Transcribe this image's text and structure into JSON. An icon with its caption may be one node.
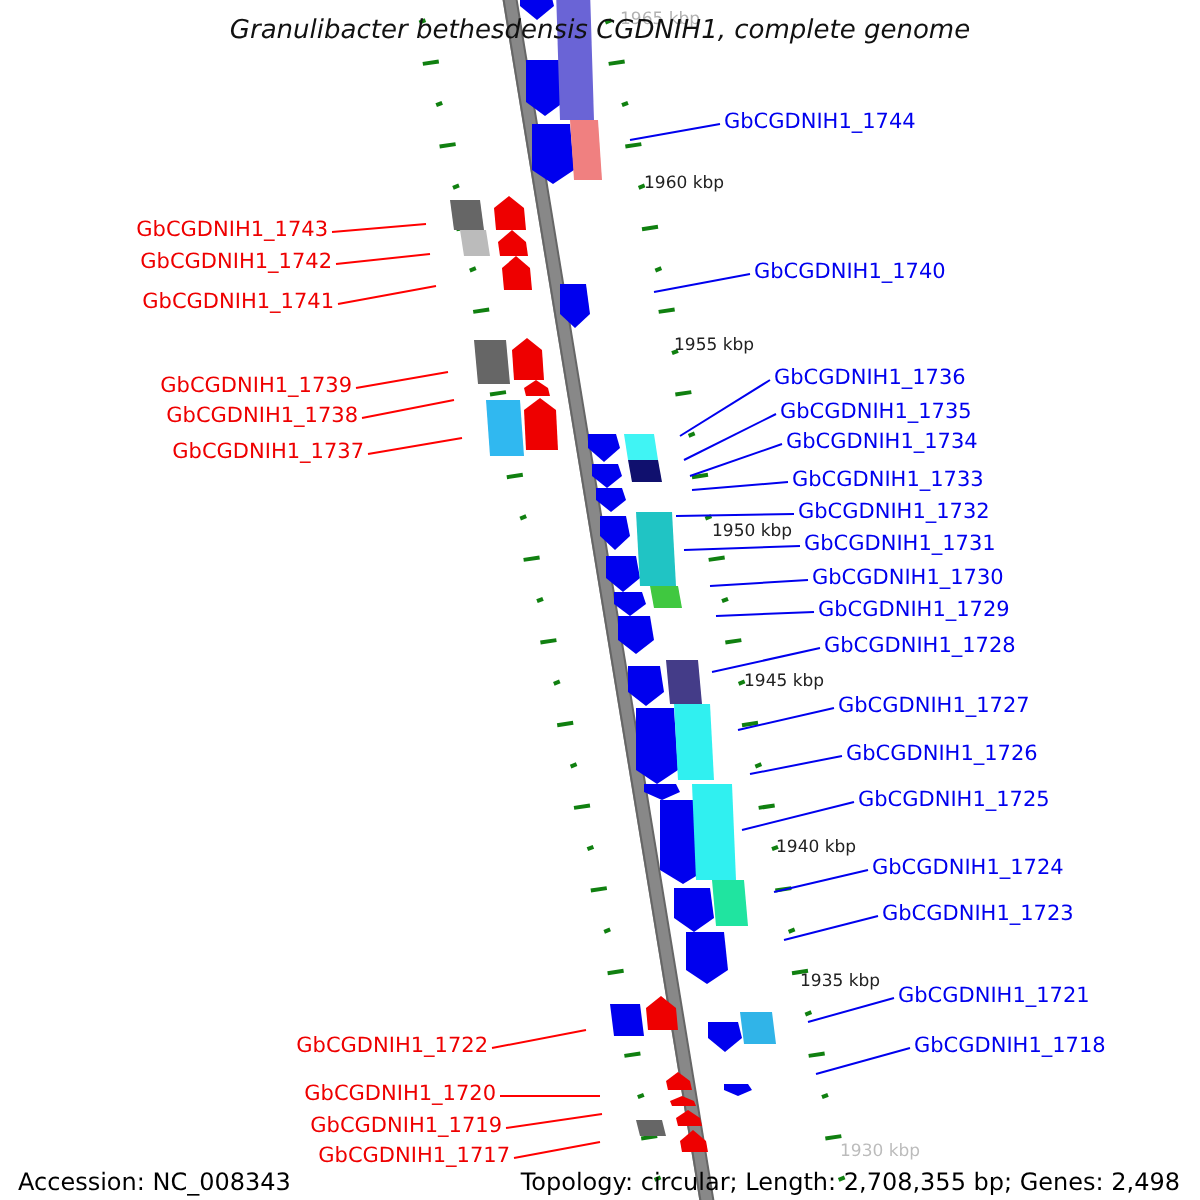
{
  "diagram": {
    "title": "Granulibacter bethesdensis CGDNIH1, complete genome",
    "nodes": [
      {
        "text": [
          "GbCGDNIH1_1744"
        ]
      },
      {
        "text": [
          "GbCGDNIH1_1743"
        ]
      },
      {
        "text": [
          "GbCGDNIH1_1742"
        ]
      },
      {
        "text": [
          "GbCGDNIH1_1740"
        ]
      },
      {
        "text": [
          "GbCGDNIH1_1741"
        ]
      },
      {
        "text": [
          "GbCGDNIH1_1736"
        ]
      },
      {
        "text": [
          "GbCGDNIH1_1739"
        ]
      },
      {
        "text": [
          "GbCGDNIH1_1735"
        ]
      },
      {
        "text": [
          "GbCGDNIH1_1738"
        ]
      },
      {
        "text": [
          "GbCGDNIH1_1734"
        ]
      },
      {
        "text": [
          "GbCGDNIH1_1737"
        ]
      },
      {
        "text": [
          "GbCGDNIH1_1733"
        ]
      },
      {
        "text": [
          "GbCGDNIH1_1732"
        ]
      },
      {
        "text": [
          "GbCGDNIH1_1731"
        ]
      },
      {
        "text": [
          "GbCGDNIH1_1730"
        ]
      },
      {
        "text": [
          "GbCGDNIH1_1729"
        ]
      },
      {
        "text": [
          "GbCGDNIH1_1728"
        ]
      },
      {
        "text": [
          "GbCGDNIH1_1727"
        ]
      },
      {
        "text": [
          "GbCGDNIH1_1726"
        ]
      },
      {
        "text": [
          "GbCGDNIH1_1725"
        ]
      },
      {
        "text": [
          "GbCGDNIH1_1724"
        ]
      },
      {
        "text": [
          "GbCGDNIH1_1723"
        ]
      },
      {
        "text": [
          "GbCGDNIH1_1721"
        ]
      },
      {
        "text": [
          "GbCGDNIH1_1722"
        ]
      },
      {
        "text": [
          "GbCGDNIH1_1718"
        ]
      },
      {
        "text": [
          "GbCGDNIH1_1720"
        ]
      },
      {
        "text": [
          "GbCGDNIH1_1719"
        ]
      },
      {
        "text": [
          "GbCGDNIH1_1717"
        ]
      }
    ],
    "edges": [
      {
        "from": 0,
        "to": null,
        "arrow": "none"
      },
      {
        "from": 1,
        "to": null,
        "arrow": "none",
        "color": "#ff0000"
      },
      {
        "from": 2,
        "to": null,
        "arrow": "none",
        "color": "#ff0000"
      },
      {
        "from": 3,
        "to": null,
        "arrow": "none"
      },
      {
        "from": 4,
        "to": null,
        "arrow": "none",
        "color": "#ff0000"
      },
      {
        "from": 5,
        "to": null,
        "arrow": "none"
      },
      {
        "from": 6,
        "to": null,
        "arrow": "none",
        "color": "#ff0000"
      },
      {
        "from": 7,
        "to": null,
        "arrow": "none"
      },
      {
        "from": 8,
        "to": null,
        "arrow": "none",
        "color": "#ff0000"
      },
      {
        "from": 9,
        "to": null,
        "arrow": "none"
      },
      {
        "from": 10,
        "to": null,
        "arrow": "none",
        "color": "#ff0000"
      },
      {
        "from": 11,
        "to": null,
        "arrow": "none"
      },
      {
        "from": 12,
        "to": null,
        "arrow": "none"
      },
      {
        "from": 13,
        "to": null,
        "arrow": "none"
      },
      {
        "from": 14,
        "to": null,
        "arrow": "none"
      },
      {
        "from": 15,
        "to": null,
        "arrow": "none"
      },
      {
        "from": 16,
        "to": null,
        "arrow": "none"
      },
      {
        "from": 17,
        "to": null,
        "arrow": "none"
      },
      {
        "from": 18,
        "to": null,
        "arrow": "none"
      },
      {
        "from": 19,
        "to": null,
        "arrow": "none"
      },
      {
        "from": 20,
        "to": null,
        "arrow": "none"
      },
      {
        "from": 21,
        "to": null,
        "arrow": "none"
      },
      {
        "from": 22,
        "to": null,
        "arrow": "none"
      },
      {
        "from": 23,
        "to": null,
        "arrow": "none",
        "color": "#ff0000"
      },
      {
        "from": 24,
        "to": null,
        "arrow": "none"
      },
      {
        "from": 25,
        "to": null,
        "arrow": "none",
        "color": "#ff0000"
      },
      {
        "from": 26,
        "to": null,
        "arrow": "none",
        "color": "#ff0000"
      },
      {
        "from": 27,
        "to": null,
        "arrow": "none",
        "color": "#ff0000"
      }
    ],
    "labels": [
      "1965 kbp",
      "1960 kbp",
      "1955 kbp",
      "1950 kbp",
      "1945 kbp",
      "1940 kbp",
      "1935 kbp",
      "1930 kbp",
      "Accession: NC_008343",
      "Topology: circular; Length: 2,708,355 bp; Genes: 2,498"
    ]
  }
}
